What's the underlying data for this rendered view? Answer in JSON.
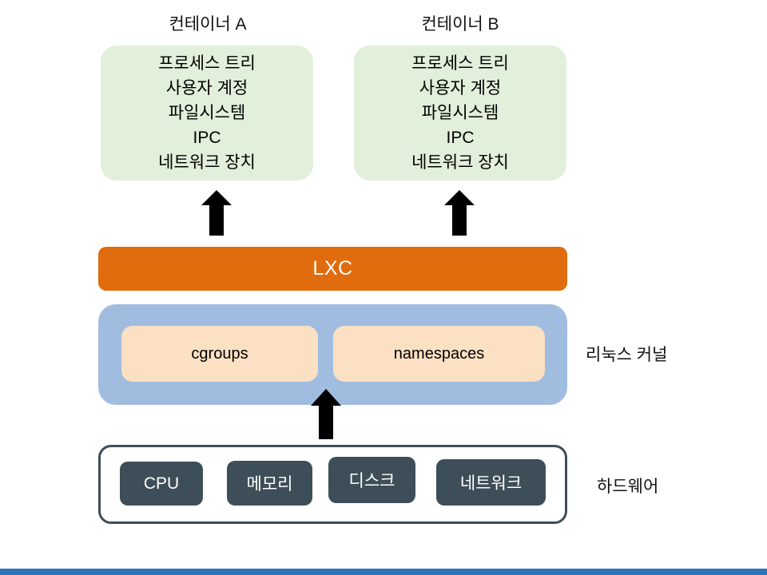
{
  "containers": [
    {
      "title": "컨테이너 A",
      "items": [
        "프로세스 트리",
        "사용자 계정",
        "파일시스템",
        "IPC",
        "네트워크 장치"
      ]
    },
    {
      "title": "컨테이너 B",
      "items": [
        "프로세스 트리",
        "사용자 계정",
        "파일시스템",
        "IPC",
        "네트워크 장치"
      ]
    }
  ],
  "lxc": {
    "label": "LXC"
  },
  "kernel": {
    "label": "리눅스 커널",
    "components": [
      {
        "label": "cgroups"
      },
      {
        "label": "namespaces"
      }
    ]
  },
  "hardware": {
    "label": "하드웨어",
    "components": [
      {
        "label": "CPU"
      },
      {
        "label": "메모리"
      },
      {
        "label": "디스크"
      },
      {
        "label": "네트워크"
      }
    ]
  },
  "colors": {
    "container_fill": "#E2EFDA",
    "lxc_fill": "#E16C0D",
    "kernel_fill": "#A0BDE0",
    "kernel_component_fill": "#FBE0C3",
    "hardware_component_fill": "#3E4E58",
    "hardware_border": "#3E4E58",
    "arrow": "#000000",
    "footer_bar": "#2E75B6",
    "text_dark": "#000000",
    "text_light": "#FFFFFF"
  }
}
